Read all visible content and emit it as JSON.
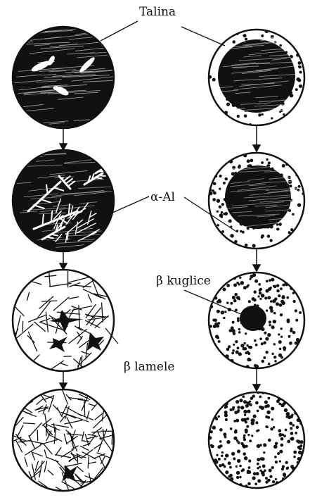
{
  "labels": {
    "melt": "Talina",
    "alpha_al": "α-Al",
    "beta_spheres": "β kuglice",
    "beta_lamellae": "β lamele"
  },
  "left_column": [
    {
      "stage": 1,
      "content": "melt with few needle crystals"
    },
    {
      "stage": 2,
      "content": "dendritic needle growth"
    },
    {
      "stage": 3,
      "content": "lamellae with dark melt pockets"
    },
    {
      "stage": 4,
      "content": "fully lamellar"
    }
  ],
  "right_column": [
    {
      "stage": 1,
      "content": "melt core, narrow dotted rim"
    },
    {
      "stage": 2,
      "content": "smaller melt core, wider dotted rim"
    },
    {
      "stage": 3,
      "content": "small melt core, mostly dotted"
    },
    {
      "stage": 4,
      "content": "fully dotted"
    }
  ],
  "colors": {
    "ink": "#111111",
    "paper": "#ffffff"
  }
}
